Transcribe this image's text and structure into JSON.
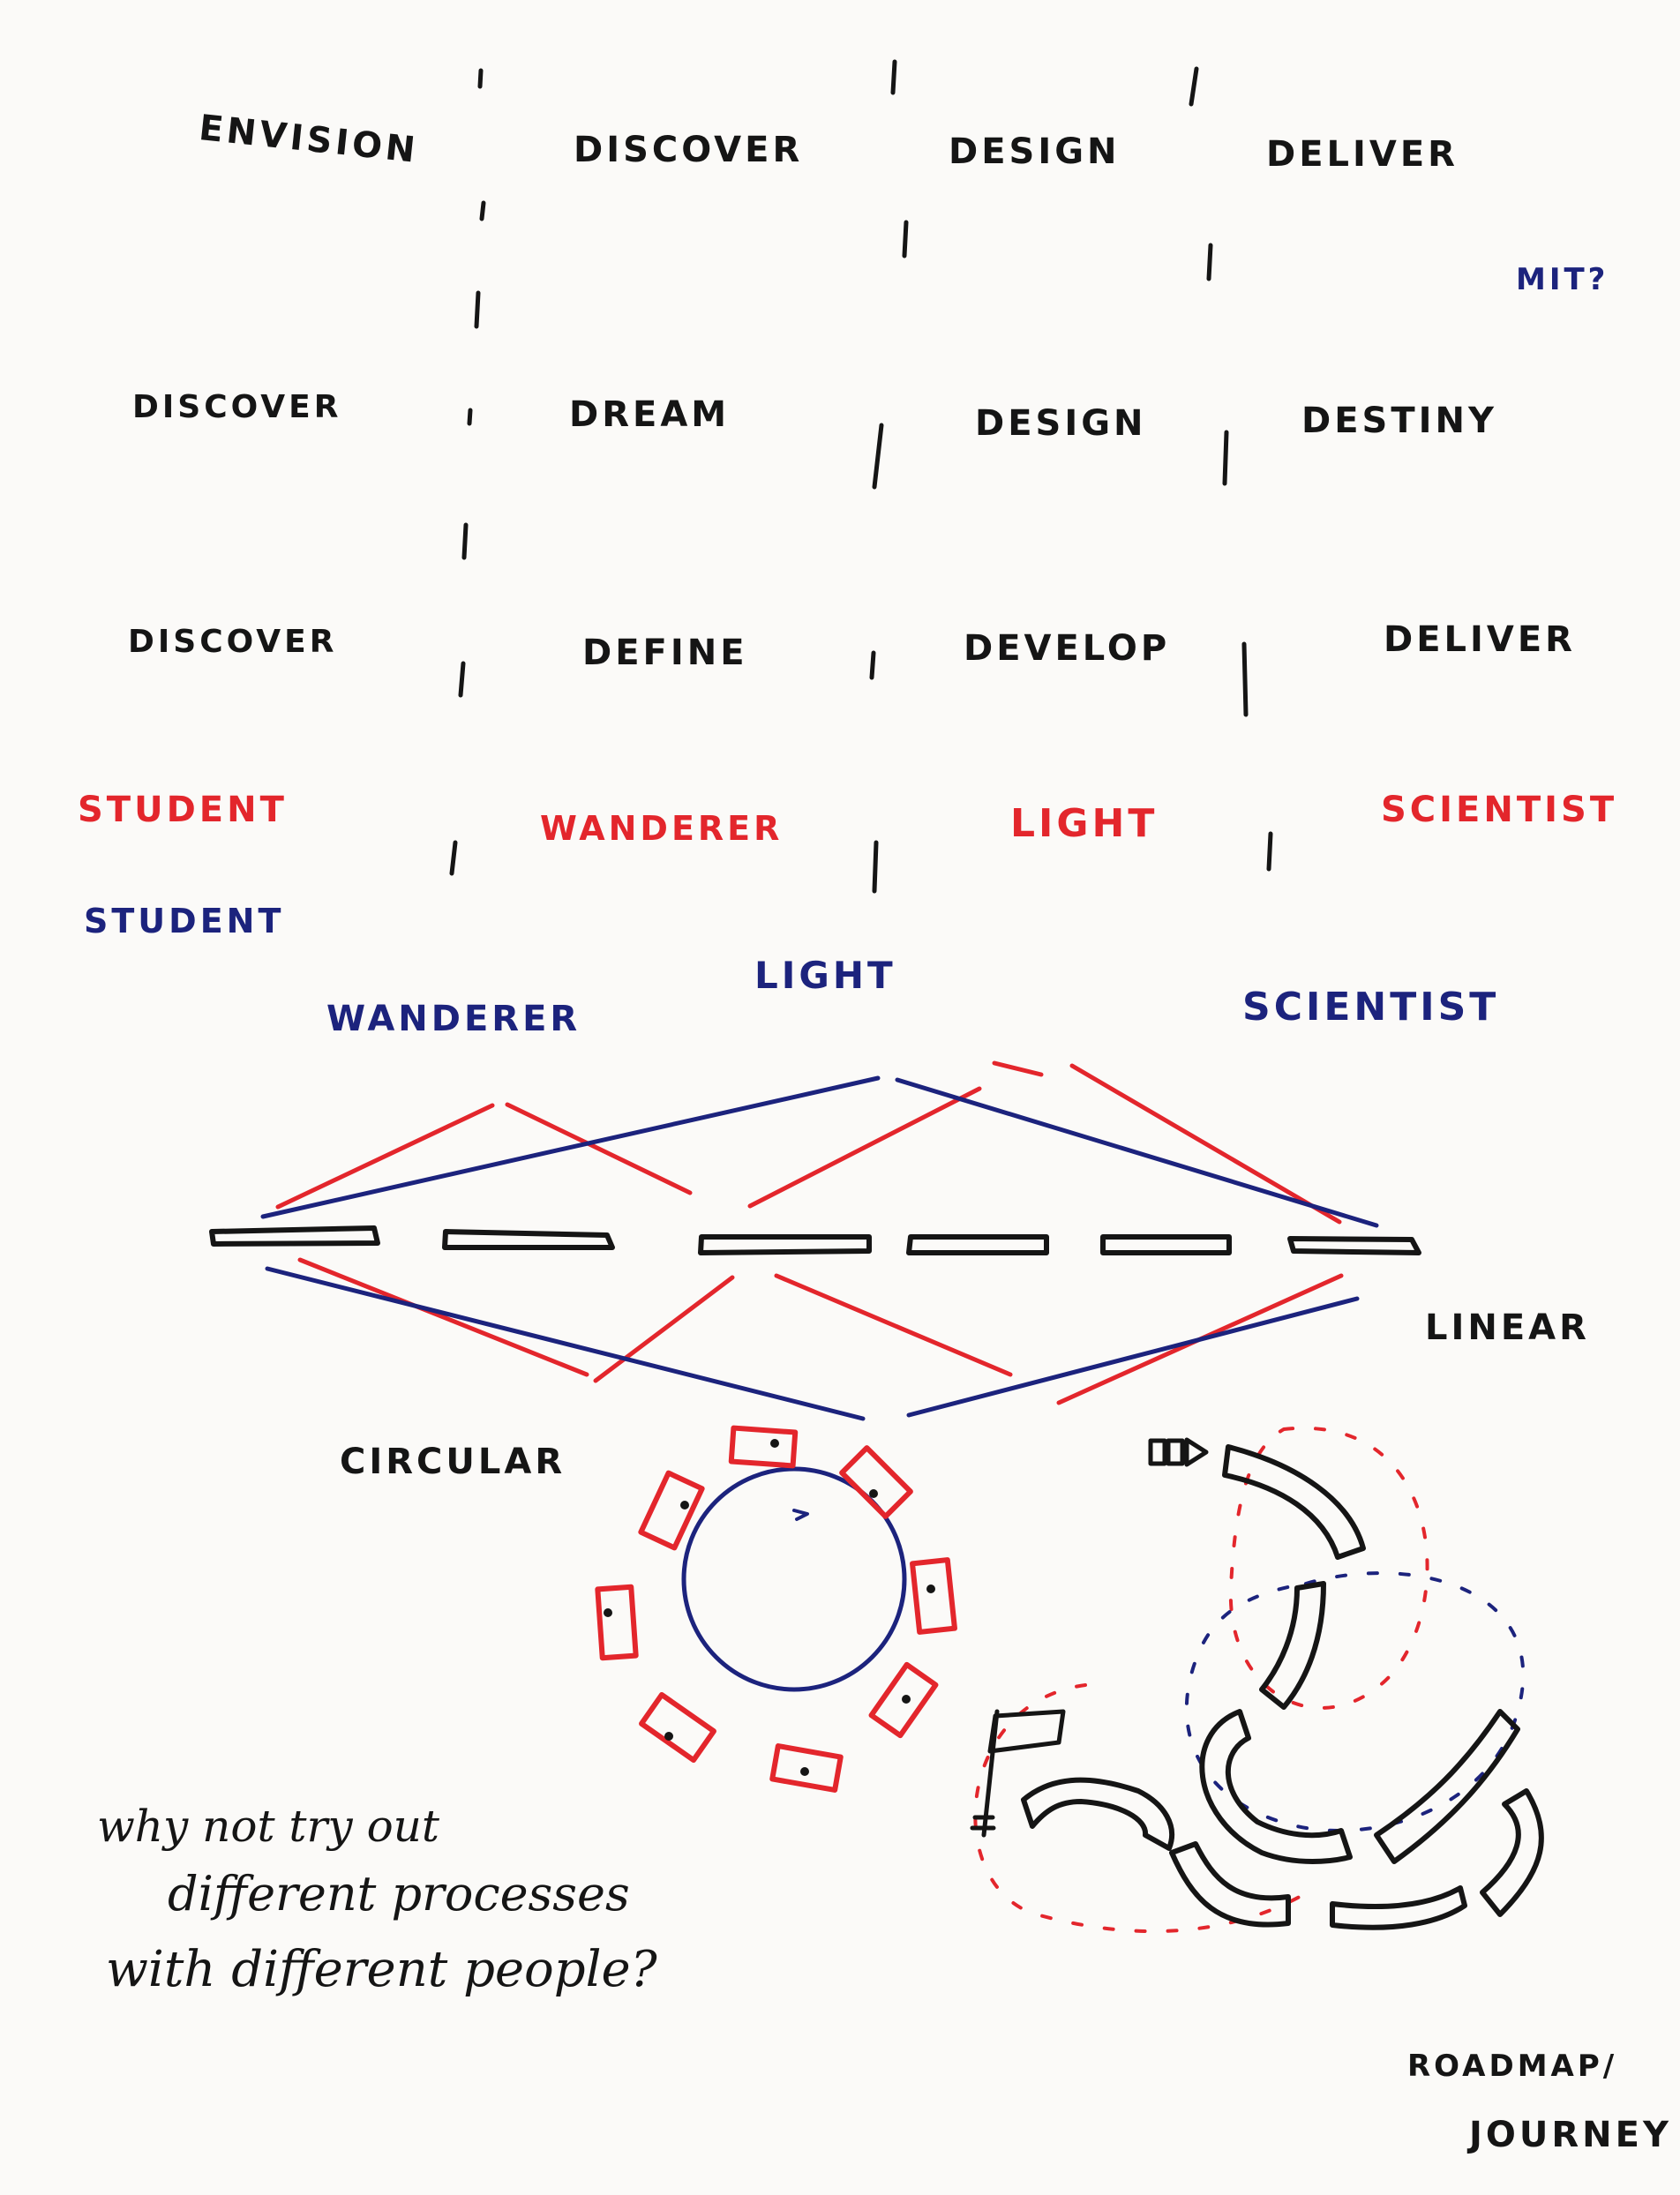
{
  "colors": {
    "ink": "#151515",
    "red": "#e3262c",
    "blue": "#1c237d",
    "paper": "#fbfaf8"
  },
  "rows": [
    {
      "phases": [
        "ENVISION",
        "DISCOVER",
        "DESIGN",
        "DELIVER"
      ]
    },
    {
      "phases": [
        "DISCOVER",
        "DREAM",
        "DESIGN",
        "DESTINY"
      ]
    },
    {
      "phases": [
        "DISCOVER",
        "DEFINE",
        "DEVELOP",
        "DELIVER"
      ]
    },
    {
      "phases": [
        "STUDENT",
        "WANDERER",
        "LIGHT",
        "SCIENTIST"
      ]
    }
  ],
  "question_note": "MIT?",
  "blue_labels": [
    "STUDENT",
    "WANDERER",
    "LIGHT",
    "SCIENTIST"
  ],
  "linear_label": "LINEAR",
  "circular_label": "CIRCULAR",
  "roadmap_label_lines": [
    "ROADMAP/",
    "JOURNEY"
  ],
  "note_lines": [
    "why not try out",
    "different processes",
    "with different people?"
  ]
}
